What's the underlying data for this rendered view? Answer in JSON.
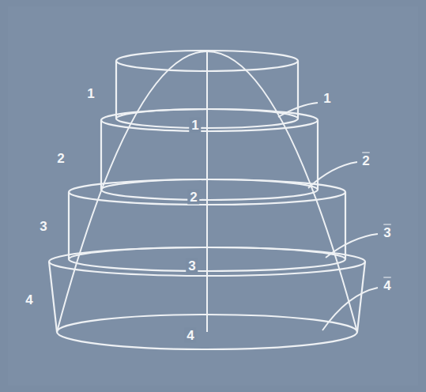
{
  "diagram": {
    "labels": [
      "1",
      "1",
      "1",
      "2",
      "2",
      "2",
      "3",
      "3",
      "3",
      "4",
      "4",
      "4"
    ]
  }
}
